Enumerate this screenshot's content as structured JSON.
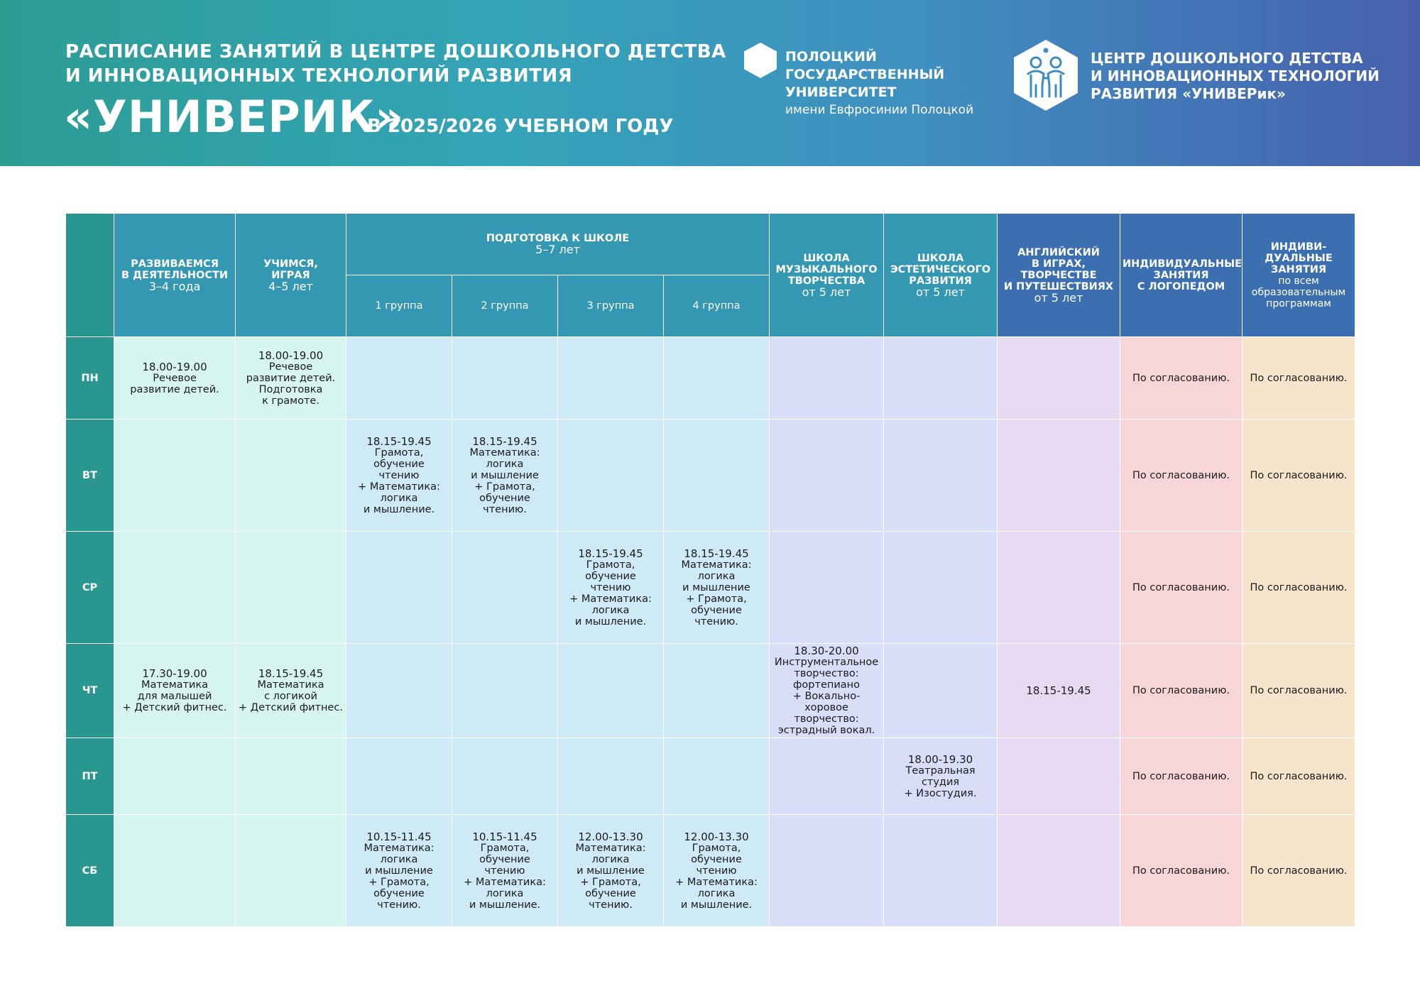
{
  "header": {
    "title_line1": "РАСПИСАНИЕ ЗАНЯТИЙ В ЦЕНТРЕ ДОШКОЛЬНОГО ДЕТСТВА",
    "title_line2": "И ИННОВАЦИОННЫХ ТЕХНОЛОГИЙ РАЗВИТИЯ",
    "title_big": "«УНИВЕРИК»",
    "title_year": "В 2025/2026 УЧЕБНОМ ГОДУ",
    "logo1": {
      "line1": "ПОЛОЦКИЙ",
      "line2": "ГОСУДАРСТВЕННЫЙ",
      "line3": "УНИВЕРСИТЕТ",
      "sub": "имени Евфросинии Полоцкой",
      "icon": "hexagon-logo-icon"
    },
    "logo2": {
      "line1": "ЦЕНТР ДОШКОЛЬНОГО ДЕТСТВА",
      "line2": "И ИННОВАЦИОННЫХ ТЕХНОЛОГИЙ",
      "line3": "РАЗВИТИЯ «УНИВЕРик»",
      "icon": "children-family-logo-icon"
    }
  },
  "colors": {
    "header_start": "#2c9d93",
    "header_end": "#4760ae",
    "table_header": "#3498b2",
    "day_column": "#2a9690"
  },
  "table": {
    "columns": {
      "c1": {
        "title1": "РАЗВИВАЕМСЯ",
        "title2": "В ДЕЯТЕЛЬНОСТИ",
        "sub": "3–4 года"
      },
      "c2": {
        "title1": "УЧИМСЯ,",
        "title2": "ИГРАЯ",
        "sub": "4–5 лет"
      },
      "prep": {
        "title": "ПОДГОТОВКА К ШКОЛЕ",
        "sub": "5–7 лет",
        "g1": "1 группа",
        "g2": "2 группа",
        "g3": "3 группа",
        "g4": "4 группа"
      },
      "music": {
        "title1": "ШКОЛА",
        "title2": "МУЗЫКАЛЬНОГО",
        "title3": "ТВОРЧЕСТВА",
        "sub": "от 5 лет"
      },
      "aesth": {
        "title1": "ШКОЛА",
        "title2": "ЭСТЕТИЧЕСКОГО",
        "title3": "РАЗВИТИЯ",
        "sub": "от 5 лет"
      },
      "eng": {
        "title1": "АНГЛИЙСКИЙ",
        "title2": "В ИГРАХ,",
        "title3": "ТВОРЧЕСТВЕ",
        "title4": "И ПУТЕШЕСТВИЯХ",
        "sub": "от 5 лет"
      },
      "logo": {
        "title1": "ИНДИВИДУАЛЬНЫЕ",
        "title2": "ЗАНЯТИЯ",
        "title3": "С ЛОГОПЕДОМ"
      },
      "indiv": {
        "title1": "ИНДИВИ-",
        "title2": "ДУАЛЬНЫЕ",
        "title3": "ЗАНЯТИЯ",
        "sub1": "по всем",
        "sub2": "образовательным",
        "sub3": "программам"
      }
    },
    "rows": [
      {
        "day": "ПН",
        "cells": {
          "c1": {
            "time": "18.00-19.00",
            "text": "Речевое\nразвитие детей."
          },
          "c2": {
            "time": "18.00-19.00",
            "text": "Речевое\nразвитие детей.\nПодготовка\nк грамоте."
          },
          "g1": {
            "time": "",
            "text": ""
          },
          "g2": {
            "time": "",
            "text": ""
          },
          "g3": {
            "time": "",
            "text": ""
          },
          "g4": {
            "time": "",
            "text": ""
          },
          "music": {
            "time": "",
            "text": ""
          },
          "aesth": {
            "time": "",
            "text": ""
          },
          "eng": {
            "time": "",
            "text": ""
          },
          "logo": {
            "time": "",
            "text": "По согласованию."
          },
          "indiv": {
            "time": "",
            "text": "По согласованию."
          }
        }
      },
      {
        "day": "ВТ",
        "cells": {
          "c1": {
            "time": "",
            "text": ""
          },
          "c2": {
            "time": "",
            "text": ""
          },
          "g1": {
            "time": "18.15-19.45",
            "text": "Грамота,\nобучение\nчтению\n+ Математика:\nлогика\nи мышление."
          },
          "g2": {
            "time": "18.15-19.45",
            "text": "Математика:\nлогика\nи мышление\n+ Грамота,\nобучение\nчтению."
          },
          "g3": {
            "time": "",
            "text": ""
          },
          "g4": {
            "time": "",
            "text": ""
          },
          "music": {
            "time": "",
            "text": ""
          },
          "aesth": {
            "time": "",
            "text": ""
          },
          "eng": {
            "time": "",
            "text": ""
          },
          "logo": {
            "time": "",
            "text": "По согласованию."
          },
          "indiv": {
            "time": "",
            "text": "По согласованию."
          }
        }
      },
      {
        "day": "СР",
        "cells": {
          "c1": {
            "time": "",
            "text": ""
          },
          "c2": {
            "time": "",
            "text": ""
          },
          "g1": {
            "time": "",
            "text": ""
          },
          "g2": {
            "time": "",
            "text": ""
          },
          "g3": {
            "time": "18.15-19.45",
            "text": "Грамота,\nобучение\nчтению\n+ Математика:\nлогика\nи мышление."
          },
          "g4": {
            "time": "18.15-19.45",
            "text": "Математика:\nлогика\nи мышление\n+ Грамота,\nобучение\nчтению."
          },
          "music": {
            "time": "",
            "text": ""
          },
          "aesth": {
            "time": "",
            "text": ""
          },
          "eng": {
            "time": "",
            "text": ""
          },
          "logo": {
            "time": "",
            "text": "По согласованию."
          },
          "indiv": {
            "time": "",
            "text": "По согласованию."
          }
        }
      },
      {
        "day": "ЧТ",
        "cells": {
          "c1": {
            "time": "17.30-19.00",
            "text": "Математика\nдля малышей\n+ Детский фитнес."
          },
          "c2": {
            "time": "18.15-19.45",
            "text": "Математика\nс логикой\n+ Детский фитнес."
          },
          "g1": {
            "time": "",
            "text": ""
          },
          "g2": {
            "time": "",
            "text": ""
          },
          "g3": {
            "time": "",
            "text": ""
          },
          "g4": {
            "time": "",
            "text": ""
          },
          "music": {
            "time": "18.30-20.00",
            "text": "Инструментальное\nтворчество:\nфортепиано\n+ Вокально-\nхоровое творчество:\nэстрадный вокал."
          },
          "aesth": {
            "time": "",
            "text": ""
          },
          "eng": {
            "time": "18.15-19.45",
            "text": ""
          },
          "logo": {
            "time": "",
            "text": "По согласованию."
          },
          "indiv": {
            "time": "",
            "text": "По согласованию."
          }
        }
      },
      {
        "day": "ПТ",
        "cells": {
          "c1": {
            "time": "",
            "text": ""
          },
          "c2": {
            "time": "",
            "text": ""
          },
          "g1": {
            "time": "",
            "text": ""
          },
          "g2": {
            "time": "",
            "text": ""
          },
          "g3": {
            "time": "",
            "text": ""
          },
          "g4": {
            "time": "",
            "text": ""
          },
          "music": {
            "time": "",
            "text": ""
          },
          "aesth": {
            "time": "18.00-19.30",
            "text": "Театральная\nстудия\n+ Изостудия."
          },
          "eng": {
            "time": "",
            "text": ""
          },
          "logo": {
            "time": "",
            "text": "По согласованию."
          },
          "indiv": {
            "time": "",
            "text": "По согласованию."
          }
        }
      },
      {
        "day": "СБ",
        "cells": {
          "c1": {
            "time": "",
            "text": ""
          },
          "c2": {
            "time": "",
            "text": ""
          },
          "g1": {
            "time": "10.15-11.45",
            "text": "Математика:\nлогика\nи мышление\n+ Грамота,\nобучение\nчтению."
          },
          "g2": {
            "time": "10.15-11.45",
            "text": "Грамота,\nобучение\nчтению\n+ Математика:\nлогика\nи мышление."
          },
          "g3": {
            "time": "12.00-13.30",
            "text": "Математика:\nлогика\nи мышление\n+ Грамота,\nобучение\nчтению."
          },
          "g4": {
            "time": "12.00-13.30",
            "text": "Грамота,\nобучение\nчтению\n+ Математика:\nлогика\nи мышление."
          },
          "music": {
            "time": "",
            "text": ""
          },
          "aesth": {
            "time": "",
            "text": ""
          },
          "eng": {
            "time": "",
            "text": ""
          },
          "logo": {
            "time": "",
            "text": "По согласованию."
          },
          "indiv": {
            "time": "",
            "text": "По согласованию."
          }
        }
      }
    ]
  }
}
